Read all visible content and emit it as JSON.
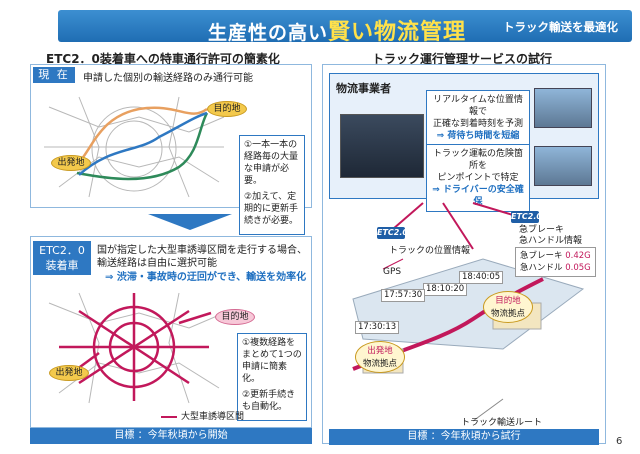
{
  "header": {
    "title_a": "生産性の高い",
    "title_b": "賢い物流管理",
    "subtitle": "トラック輸送を最適化"
  },
  "left": {
    "heading": "ETC2．0装着車への特車通行許可の簡素化",
    "now": {
      "tag": "現 在",
      "desc": "申請した個別の輸送経路のみ通行可能",
      "dest": "目的地",
      "origin": "出発地",
      "note1": "①一本一本の経路毎の大量な申請が必要。",
      "note2": "②加えて、定期的に更新手続きが必要。"
    },
    "etc": {
      "tag_line1": "ETC2．0",
      "tag_line2": "装着車",
      "desc1": "国が指定した大型車誘導区間を走行する場合、",
      "desc2": "輸送経路は自由に選択可能",
      "desc3": "⇒ 渋滞・事故時の迂回ができ、輸送を効率化",
      "dest": "目的地",
      "origin": "出発地",
      "note1": "①複数経路をまとめて1つの申請に簡素化。",
      "note2": "②更新手続きも自動化。",
      "legend": "大型車誘導区間"
    },
    "goal": "目標 ：今年秋頃から開始"
  },
  "right": {
    "heading": "トラック運行管理サービスの試行",
    "operator": "物流事業者",
    "service1_line1": "リアルタイムな位置情報で",
    "service1_line2": "正確な到着時刻を予測",
    "service1_line3": "⇒ 荷待ち時間を短縮",
    "service2_line1": "トラック運転の危険箇所を",
    "service2_line2": "ピンポイントで特定",
    "service2_line3": "⇒ ドライバーの安全確保",
    "etc_badge": "ETC2.0",
    "position_info": "トラックの位置情報",
    "brake_info_1": "急ブレーキ",
    "brake_info_2": "急ハンドル情報",
    "gps": "GPS",
    "brake_label": "急ブレーキ",
    "brake_value": "0.42G",
    "steer_label": "急ハンドル",
    "steer_value": "0.05G",
    "t1": "17:30:13",
    "t2": "17:57:30",
    "t3": "18:10:20",
    "t4": "18:40:05",
    "dest_base_1": "目的地",
    "dest_base_2": "物流拠点",
    "origin_base_1": "出発地",
    "origin_base_2": "物流拠点",
    "route_legend": "トラック輸送ルート",
    "goal": "目標 ：今年秋頃から試行"
  },
  "page_number": "6"
}
